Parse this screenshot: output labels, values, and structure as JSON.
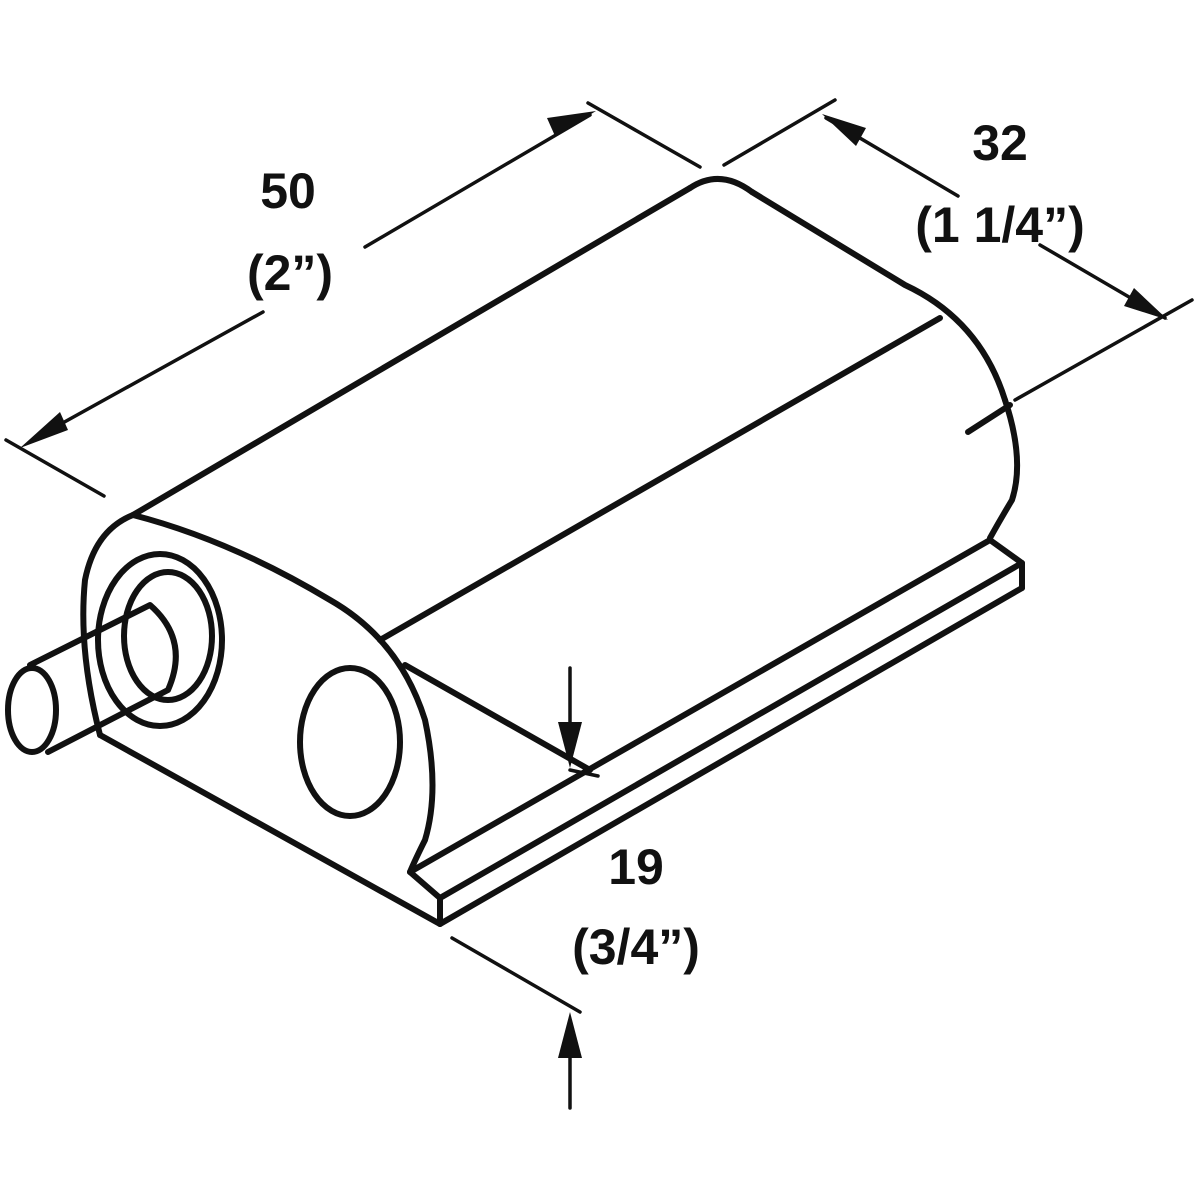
{
  "dimensions": {
    "length": {
      "metric": "50",
      "imperial": "(2”)"
    },
    "width": {
      "metric": "32",
      "imperial": "(1 1/4”)"
    },
    "height": {
      "metric": "19",
      "imperial": "(3/4”)"
    }
  },
  "colors": {
    "ink": "#111111",
    "background": "#ffffff"
  }
}
